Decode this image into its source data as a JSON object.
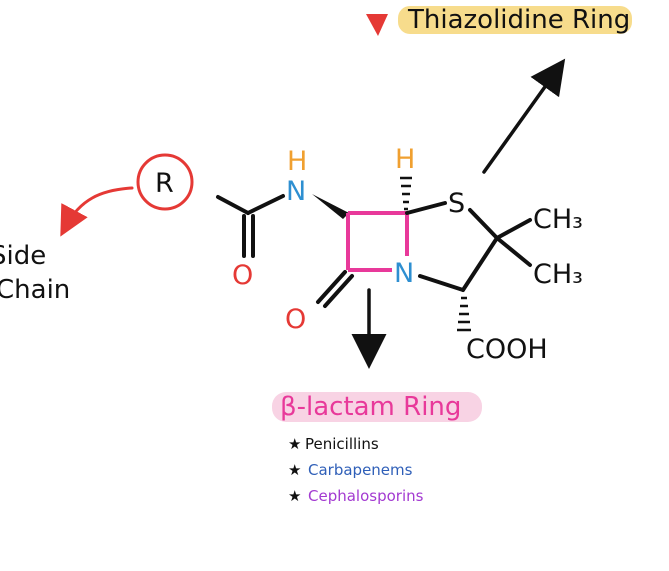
{
  "labels": {
    "thiazolidine": "Thiazolidine Ring",
    "side_line1": "Side",
    "side_line2": "Chain",
    "beta_lactam": "β-lactam Ring"
  },
  "antibiotics": [
    "Penicillins",
    "Carbapenems",
    "Cephalosporins"
  ],
  "bullet": "★",
  "atoms": {
    "r_group": "R",
    "amide_h": "H",
    "amide_n": "N",
    "amide_o": "O",
    "ring_h": "H",
    "sulfur": "S",
    "ring_n": "N",
    "ring_o": "O",
    "methyl1": "CH₃",
    "methyl2": "CH₃",
    "carboxyl": "COOH"
  },
  "colors": {
    "ink": "#111111",
    "red": "#e53935",
    "orange": "#f0a030",
    "blue": "#2e8fd1",
    "pink": "#e8399a",
    "highlight_yellow": "#f7dc8c",
    "highlight_pink": "#f8d3e4",
    "carbapenems_blue": "#2f5fb8",
    "cephalosporins_purple": "#a33ad1"
  }
}
